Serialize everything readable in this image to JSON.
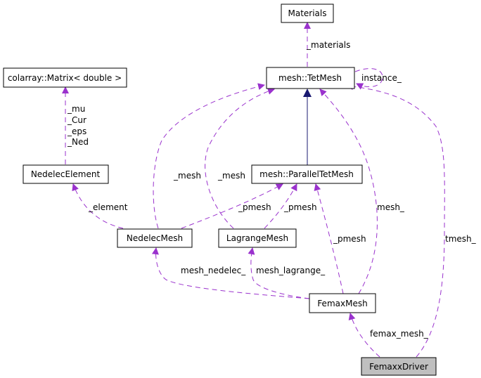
{
  "colors": {
    "dependency": "#9a32cd",
    "inheritance": "#191970",
    "highlight_fill": "#bfbfbf"
  },
  "nodes": {
    "materials": "Materials",
    "tetmesh": "mesh::TetMesh",
    "matrix": "colarray::Matrix< double >",
    "nedelec_element": "NedelecElement",
    "parallel_tetmesh": "mesh::ParallelTetMesh",
    "nedelec_mesh": "NedelecMesh",
    "lagrange_mesh": "LagrangeMesh",
    "femax_mesh": "FemaxMesh",
    "femaxx_driver": "FemaxxDriver"
  },
  "edges": {
    "materials": "_materials",
    "instance": "instance_",
    "mu": "_mu",
    "cur": "_Cur",
    "eps": "_eps",
    "ned": "_Ned",
    "element": "_element",
    "mesh_nedelec_side": "_mesh",
    "mesh_lagrange_side": "_mesh",
    "pmesh_nedelec": "_pmesh",
    "pmesh_lagrange": "_pmesh",
    "pmesh_femax": "_pmesh",
    "mesh_femax": "mesh_",
    "tmesh": "tmesh_",
    "mesh_nedelec": "mesh_nedelec_",
    "mesh_lagrange": "mesh_lagrange_",
    "femax_mesh": "femax_mesh_"
  }
}
